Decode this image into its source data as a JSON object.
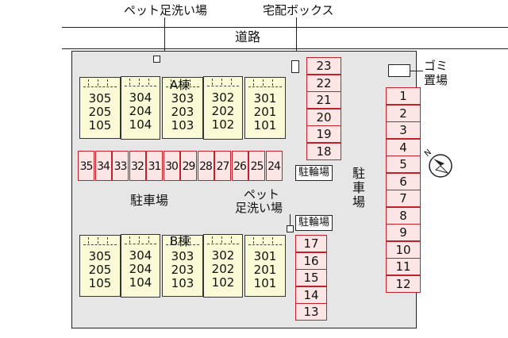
{
  "labels": {
    "pet_wash_top": "ペット足洗い場",
    "delivery_box": "宅配ボックス",
    "road": "道路",
    "trash": [
      "ゴミ",
      "置場"
    ],
    "parking_center": "駐車場",
    "parking_right": [
      "駐",
      "車",
      "場"
    ],
    "pet_wash_center": [
      "ペット",
      "足洗い場"
    ],
    "bicycle_1": "駐輪場",
    "bicycle_2": "駐輪場"
  },
  "building_a": {
    "name": "A棟",
    "columns": [
      [
        "305",
        "205",
        "105"
      ],
      [
        "304",
        "204",
        "104"
      ],
      [
        "303",
        "203",
        "103"
      ],
      [
        "302",
        "202",
        "102"
      ],
      [
        "301",
        "201",
        "101"
      ]
    ]
  },
  "building_b": {
    "name": "B棟",
    "columns": [
      [
        "305",
        "205",
        "105"
      ],
      [
        "304",
        "204",
        "104"
      ],
      [
        "303",
        "203",
        "103"
      ],
      [
        "302",
        "202",
        "102"
      ],
      [
        "301",
        "201",
        "101"
      ]
    ]
  },
  "parking": {
    "horizontal_row": [
      "35",
      "34",
      "33",
      "32",
      "31",
      "30",
      "29",
      "28",
      "27",
      "26",
      "25",
      "24"
    ],
    "column_upper": [
      "23",
      "22",
      "21",
      "20",
      "19",
      "18"
    ],
    "column_lower": [
      "17",
      "16",
      "15",
      "14",
      "13"
    ],
    "column_right": [
      "1",
      "2",
      "3",
      "4",
      "5",
      "6",
      "7",
      "8",
      "9",
      "10",
      "11",
      "12"
    ]
  },
  "colors": {
    "stall_border": "#c2202b",
    "stall_fill": "#fbe5e5",
    "building_fill": "#fafad6",
    "lot_fill": "#e6e6e6"
  },
  "icons": {
    "compass": "north-arrow-icon"
  }
}
